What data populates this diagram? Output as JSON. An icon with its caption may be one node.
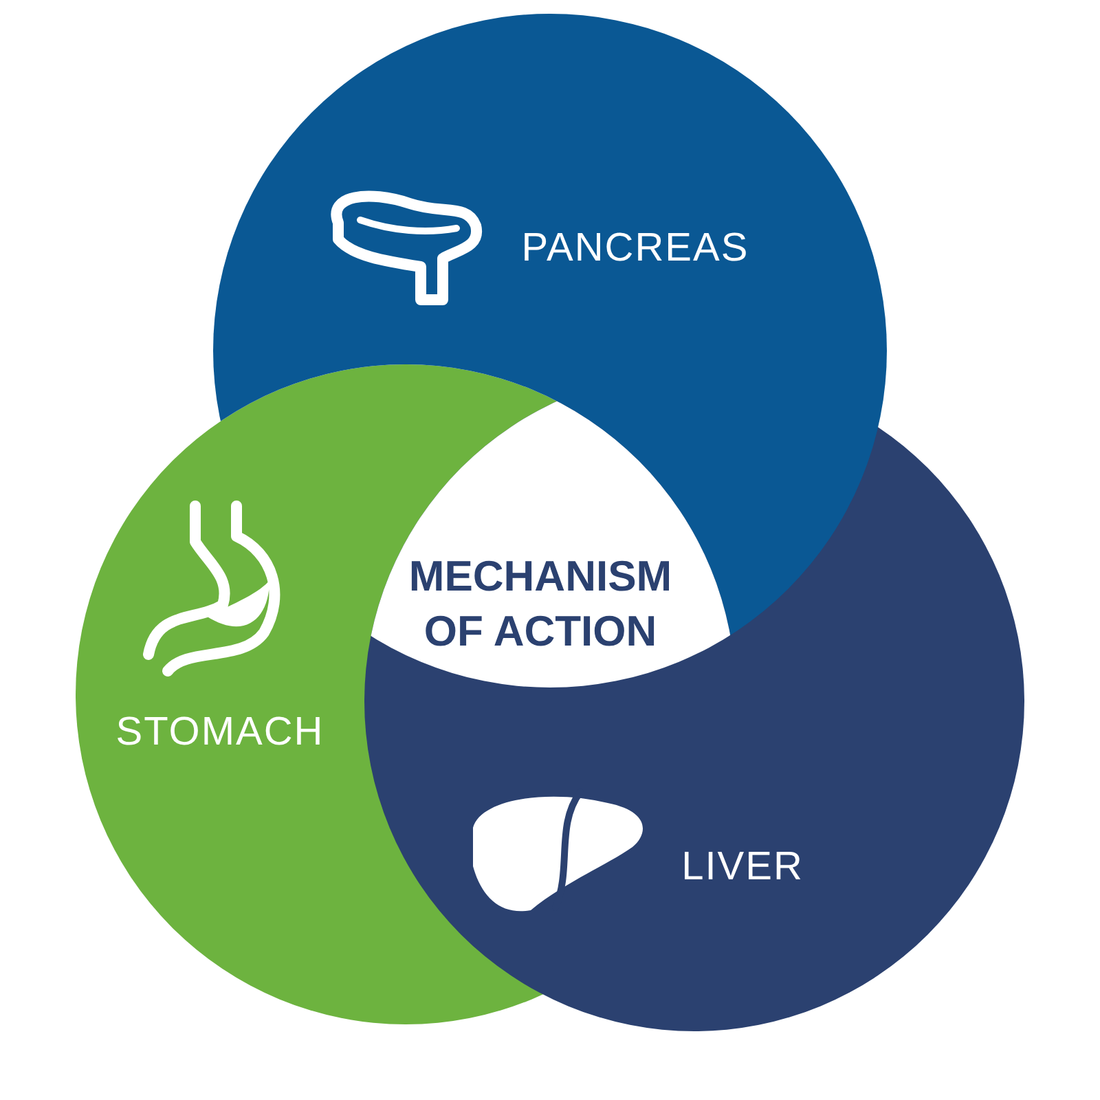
{
  "diagram": {
    "nodes": [
      {
        "text": [
          "PANCREAS"
        ]
      },
      {
        "text": [
          "STOMACH"
        ]
      },
      {
        "text": [
          "LIVER"
        ]
      },
      {
        "text": [
          "MECHANISM OF ACTION"
        ]
      }
    ],
    "edges": []
  }
}
